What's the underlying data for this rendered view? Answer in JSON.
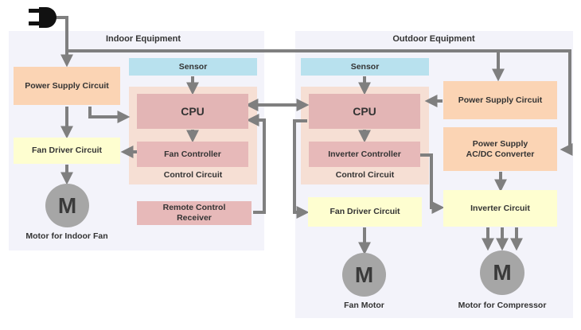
{
  "indoor": {
    "title": "Indoor  Equipment",
    "power_supply": "Power Supply Circuit",
    "fan_driver": "Fan Driver Circuit",
    "sensor": "Sensor",
    "cpu": "CPU",
    "fan_controller": "Fan Controller",
    "control_circuit": "Control Circuit",
    "remote_receiver_line1": "Remote Control",
    "remote_receiver_line2": "Receiver",
    "motor_letter": "M",
    "motor_caption": "Motor for Indoor Fan"
  },
  "outdoor": {
    "title": "Outdoor Equipment",
    "sensor": "Sensor",
    "cpu": "CPU",
    "inverter_controller": "Inverter Controller",
    "control_circuit": "Control Circuit",
    "power_supply": "Power Supply Circuit",
    "converter_line1": "Power Supply",
    "converter_line2": "AC/DC Converter",
    "fan_driver": "Fan Driver Circuit",
    "inverter_circuit": "Inverter Circuit",
    "fan_motor_letter": "M",
    "fan_motor_caption": "Fan Motor",
    "compressor_motor_letter": "M",
    "compressor_motor_caption": "Motor for Compressor"
  },
  "colors": {
    "arrow": "#7f7f7f",
    "power": "#fbd4b4",
    "driver": "#fefed0",
    "sensor": "#b8e1ee",
    "cpu": "#e3b5b5",
    "control": "#f6dfd4",
    "motor": "#a6a6a6"
  }
}
